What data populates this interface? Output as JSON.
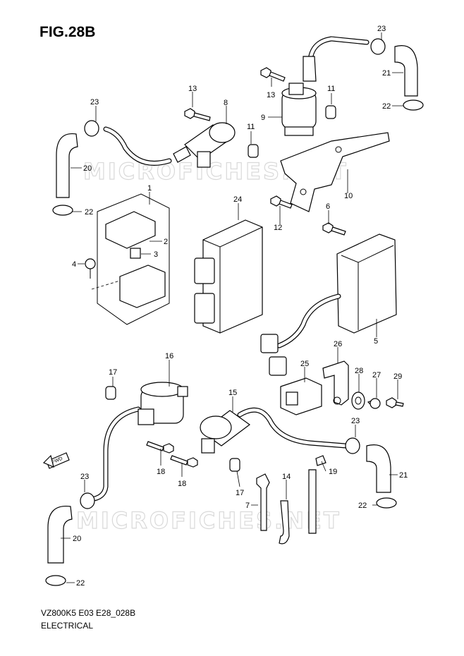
{
  "figure": {
    "title": "FIG.28B",
    "model_code": "VZ800K5 E03 E28_028B",
    "section": "ELECTRICAL"
  },
  "watermarks": [
    {
      "text": "MICROFICHES.NET"
    },
    {
      "text": "MICROFICHES.NET"
    }
  ],
  "front_marker": {
    "text": "FWD",
    "icon": "front-arrow-icon"
  },
  "callouts": [
    {
      "id": "c23a",
      "text": "23"
    },
    {
      "id": "c21a",
      "text": "21"
    },
    {
      "id": "c22a",
      "text": "22"
    },
    {
      "id": "c13a",
      "text": "13"
    },
    {
      "id": "c11a",
      "text": "11"
    },
    {
      "id": "c9",
      "text": "9"
    },
    {
      "id": "c13b",
      "text": "13"
    },
    {
      "id": "c8",
      "text": "8"
    },
    {
      "id": "c11b",
      "text": "11"
    },
    {
      "id": "c23b",
      "text": "23"
    },
    {
      "id": "c20a",
      "text": "20"
    },
    {
      "id": "c22b",
      "text": "22"
    },
    {
      "id": "c10",
      "text": "10"
    },
    {
      "id": "c1",
      "text": "1"
    },
    {
      "id": "c24",
      "text": "24"
    },
    {
      "id": "c6",
      "text": "6"
    },
    {
      "id": "c12",
      "text": "12"
    },
    {
      "id": "c2",
      "text": "2"
    },
    {
      "id": "c3",
      "text": "3"
    },
    {
      "id": "c4",
      "text": "4"
    },
    {
      "id": "c5",
      "text": "5"
    },
    {
      "id": "c26",
      "text": "26"
    },
    {
      "id": "c16",
      "text": "16"
    },
    {
      "id": "c17a",
      "text": "17"
    },
    {
      "id": "c25",
      "text": "25"
    },
    {
      "id": "c28",
      "text": "28"
    },
    {
      "id": "c27",
      "text": "27"
    },
    {
      "id": "c29",
      "text": "29"
    },
    {
      "id": "c15",
      "text": "15"
    },
    {
      "id": "c23c",
      "text": "23"
    },
    {
      "id": "c19",
      "text": "19"
    },
    {
      "id": "c21b",
      "text": "21"
    },
    {
      "id": "c18a",
      "text": "18"
    },
    {
      "id": "c18b",
      "text": "18"
    },
    {
      "id": "c23d",
      "text": "23"
    },
    {
      "id": "c14",
      "text": "14"
    },
    {
      "id": "c17b",
      "text": "17"
    },
    {
      "id": "c7",
      "text": "7"
    },
    {
      "id": "c22c",
      "text": "22"
    },
    {
      "id": "c20b",
      "text": "20"
    },
    {
      "id": "c22d",
      "text": "22"
    }
  ]
}
